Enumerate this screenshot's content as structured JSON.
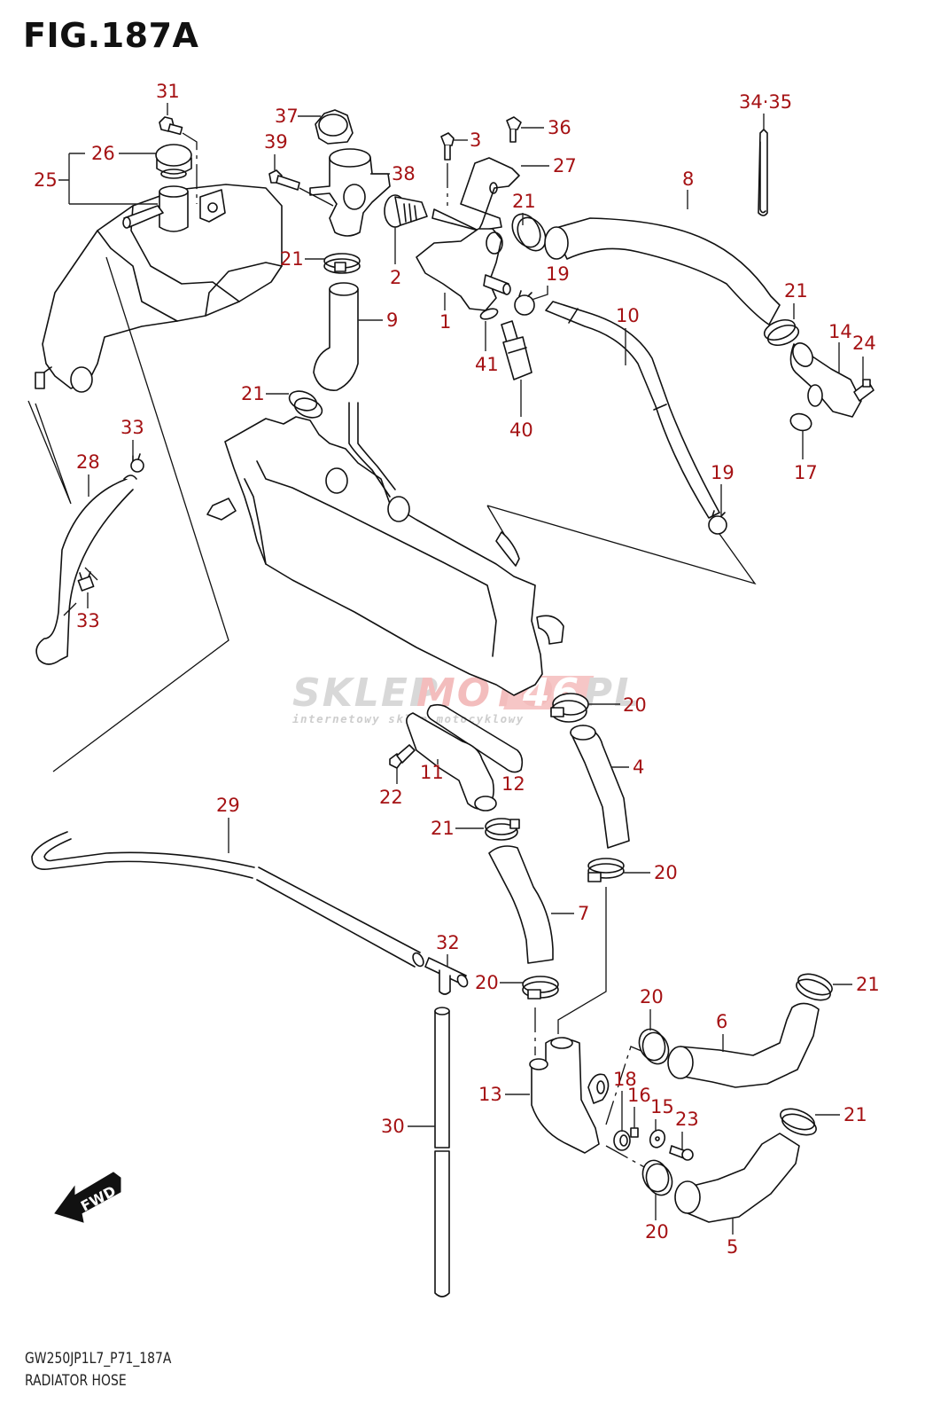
{
  "figure": {
    "title": "FIG.187A",
    "code": "GW250JP1L7_P71_187A",
    "name": "RADIATOR HOSE"
  },
  "colors": {
    "callout": "#a51214",
    "line": "#111111",
    "watermark_gray": "#cfcfcf",
    "watermark_red": "#f3b3b3"
  },
  "watermark": {
    "text_part1": "SKLEP",
    "text_part2": "MOTO",
    "text_part3": "46",
    "text_part4": ".PL",
    "subtitle": "internetowy sklep motocyklowy"
  },
  "fwd_indicator": {
    "label": "FWD",
    "icon": "fwd-arrow-icon"
  },
  "callouts": [
    {
      "id": "c31",
      "label": "31"
    },
    {
      "id": "c26",
      "label": "26"
    },
    {
      "id": "c25",
      "label": "25"
    },
    {
      "id": "c37",
      "label": "37"
    },
    {
      "id": "c39",
      "label": "39"
    },
    {
      "id": "c38",
      "label": "38"
    },
    {
      "id": "c21a",
      "label": "21"
    },
    {
      "id": "c2",
      "label": "2"
    },
    {
      "id": "c9",
      "label": "9"
    },
    {
      "id": "c3",
      "label": "3"
    },
    {
      "id": "c36",
      "label": "36"
    },
    {
      "id": "c27",
      "label": "27"
    },
    {
      "id": "c21b",
      "label": "21"
    },
    {
      "id": "c19a",
      "label": "19"
    },
    {
      "id": "c1",
      "label": "1"
    },
    {
      "id": "c41",
      "label": "41"
    },
    {
      "id": "c40",
      "label": "40"
    },
    {
      "id": "c34_35",
      "label": "34·35"
    },
    {
      "id": "c8",
      "label": "8"
    },
    {
      "id": "c10",
      "label": "10"
    },
    {
      "id": "c21c",
      "label": "21"
    },
    {
      "id": "c14",
      "label": "14"
    },
    {
      "id": "c24",
      "label": "24"
    },
    {
      "id": "c17",
      "label": "17"
    },
    {
      "id": "c19b",
      "label": "19"
    },
    {
      "id": "c21d",
      "label": "21"
    },
    {
      "id": "c33a",
      "label": "33"
    },
    {
      "id": "c28",
      "label": "28"
    },
    {
      "id": "c33b",
      "label": "33"
    },
    {
      "id": "c20a",
      "label": "20"
    },
    {
      "id": "c4",
      "label": "4"
    },
    {
      "id": "c22",
      "label": "22"
    },
    {
      "id": "c11",
      "label": "11"
    },
    {
      "id": "c12",
      "label": "12"
    },
    {
      "id": "c21e",
      "label": "21"
    },
    {
      "id": "c29",
      "label": "29"
    },
    {
      "id": "c20b",
      "label": "20"
    },
    {
      "id": "c7",
      "label": "7"
    },
    {
      "id": "c32",
      "label": "32"
    },
    {
      "id": "c20c",
      "label": "20"
    },
    {
      "id": "c21f",
      "label": "21"
    },
    {
      "id": "c20d",
      "label": "20"
    },
    {
      "id": "c6",
      "label": "6"
    },
    {
      "id": "c13",
      "label": "13"
    },
    {
      "id": "c18",
      "label": "18"
    },
    {
      "id": "c16",
      "label": "16"
    },
    {
      "id": "c15",
      "label": "15"
    },
    {
      "id": "c23",
      "label": "23"
    },
    {
      "id": "c21g",
      "label": "21"
    },
    {
      "id": "c30",
      "label": "30"
    },
    {
      "id": "c20e",
      "label": "20"
    },
    {
      "id": "c5",
      "label": "5"
    }
  ]
}
